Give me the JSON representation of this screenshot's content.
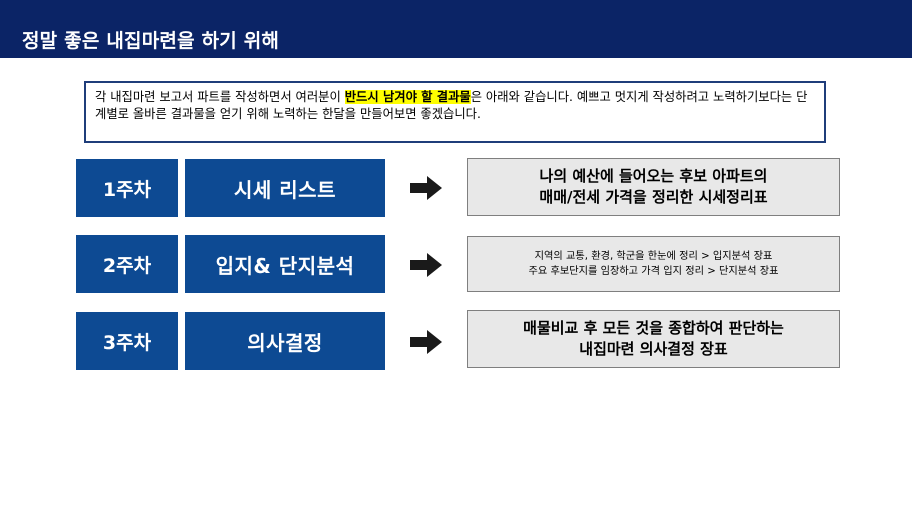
{
  "header": {
    "title": "정말 좋은 내집마련을 하기 위해"
  },
  "intro": {
    "text_before": "각 내집마련 보고서 파트를 작성하면서 여러분이 ",
    "highlight": "반드시 남겨야 할 결과물",
    "text_after": "은 아래와 같습니다. 예쁘고 멋지게 작성하려고 노력하기보다는 단계별로 올바른 결과물을 얻기 위해 노력하는 한달을 만들어보면 좋겠습니다.",
    "highlight_color": "#ffff00"
  },
  "weeks": [
    {
      "week": "1주차",
      "topic": "시세 리스트",
      "result_lines": [
        "나의 예산에 들어오는 후보 아파트의",
        "매매/전세 가격을 정리한 시세정리표"
      ]
    },
    {
      "week": "2주차",
      "topic": "입지& 단지분석",
      "result_lines": [
        "지역의 교통, 환경, 학군을 한눈에 정리 > 입지분석 장표",
        "주요 후보단지를 임장하고 가격 입지 정리 > 단지분석 장표"
      ]
    },
    {
      "week": "3주차",
      "topic": "의사결정",
      "result_lines": [
        "매물비교 후 모든 것을 종합하여 판단하는",
        "내집마련 의사결정 장표"
      ]
    }
  ],
  "icons": {
    "arrow": "right-arrow-icon"
  },
  "colors": {
    "header_bg": "#0b2466",
    "box_blue": "#0d4a93",
    "result_bg": "#e8e8e8"
  }
}
